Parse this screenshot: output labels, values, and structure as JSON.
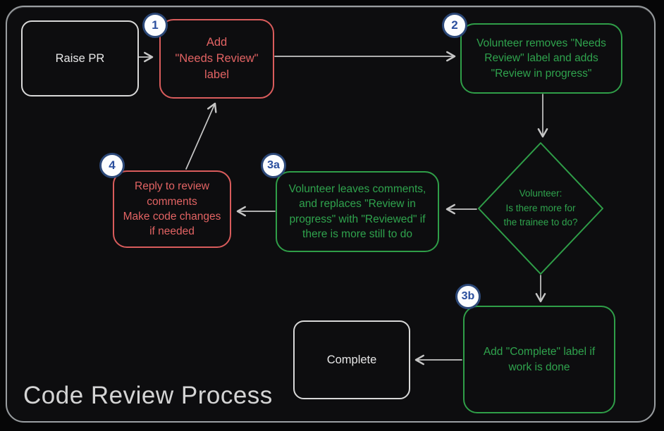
{
  "title": "Code Review Process",
  "colors": {
    "background": "#0d0d0f",
    "frame_border": "#999da0",
    "neutral_node": "#d8d8d8",
    "red_node": "#d95c5c",
    "green_node": "#2f9e48",
    "arrow": "#c6c6c6",
    "badge_fill": "#fcfdfe",
    "badge_border": "#2c4878",
    "badge_text": "#2b4f9e"
  },
  "nodes": {
    "raise_pr": {
      "label": "Raise PR"
    },
    "step1": {
      "badge": "1",
      "label": "Add\n\"Needs Review\"\nlabel"
    },
    "step2": {
      "badge": "2",
      "label": "Volunteer removes \"Needs\nReview\" label and adds\n\"Review in progress\""
    },
    "decision": {
      "label": "Volunteer:\nIs there more for\nthe trainee to do?"
    },
    "step3a": {
      "badge": "3a",
      "label": "Volunteer leaves comments,\nand replaces \"Review in\nprogress\" with \"Reviewed\" if\nthere is more still to do"
    },
    "step4": {
      "badge": "4",
      "label": "Reply to review\ncomments\nMake code changes\nif needed"
    },
    "step3b": {
      "badge": "3b",
      "label": "Add \"Complete\" label if\nwork is done"
    },
    "complete": {
      "label": "Complete"
    }
  }
}
